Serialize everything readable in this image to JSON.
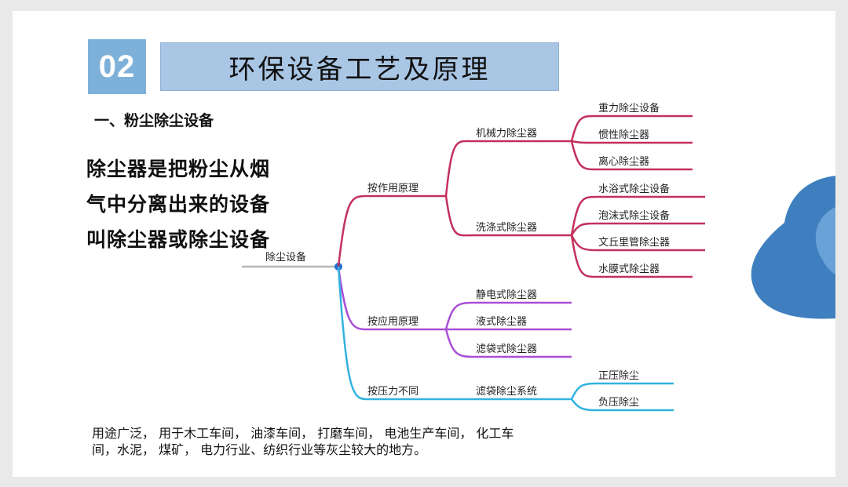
{
  "header": {
    "number": "02",
    "title": "环保设备工艺及原理"
  },
  "subheading": "一、粉尘除尘设备",
  "definition": [
    "除尘器是把粉尘从烟",
    "气中分离出来的设备",
    "叫除尘器或除尘设备"
  ],
  "mindmap": {
    "root": "除尘设备",
    "branches": [
      {
        "label": "按作用原理",
        "color": "#c2305c",
        "children": [
          {
            "label": "机械力除尘器",
            "children": [
              "重力除尘设备",
              "惯性除尘器",
              "离心除尘器"
            ]
          },
          {
            "label": "洗涤式除尘器",
            "children": [
              "水浴式除尘设备",
              "泡沫式除尘设备",
              "文丘里管除尘器",
              "水膜式除尘器"
            ]
          }
        ]
      },
      {
        "label": "按应用原理",
        "color": "#a94fd6",
        "children": [
          {
            "label": "静电式除尘器"
          },
          {
            "label": "液式除尘器"
          },
          {
            "label": "滤袋式除尘器"
          }
        ]
      },
      {
        "label": "按压力不同",
        "color": "#33b2e0",
        "children": [
          {
            "label": "滤袋除尘系统",
            "children": [
              "正压除尘",
              "负压除尘"
            ]
          }
        ]
      }
    ]
  },
  "footer": [
    "用途广泛， 用于木工车间， 油漆车间， 打磨车间， 电池生产车间， 化工车",
    "间，水泥， 煤矿， 电力行业、纺织行业等灰尘较大的地方。"
  ],
  "colors": {
    "number_box": "#7eb1d9",
    "title_box": "#a9c6e4",
    "deco": "#3f7fbf"
  }
}
